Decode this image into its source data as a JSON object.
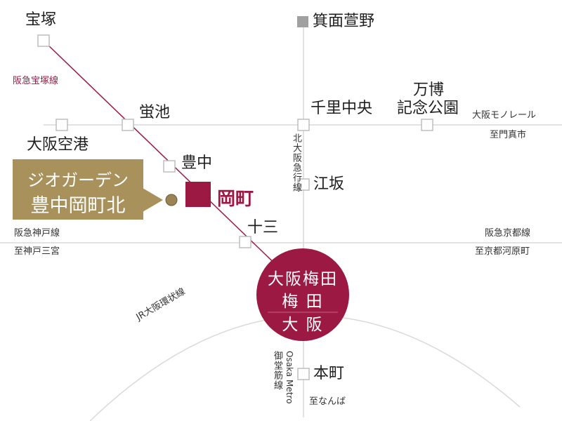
{
  "lines": {
    "hankyu_takarazuka": "阪急宝塚線",
    "osaka_monorail": "大阪モノレール",
    "monorail_direction": "至門真市",
    "kita_osaka_kyuko": "北大阪急行線",
    "hankyu_kobe": "阪急神戸線",
    "kobe_direction": "至神戸三宮",
    "hankyu_kyoto": "阪急京都線",
    "kyoto_direction": "至京都河原町",
    "jr_loop": "JR大阪環状線",
    "metro_operator": "Osaka Metro",
    "midosuji": "御堂筋線",
    "namba_direction": "至なんば"
  },
  "stations": {
    "takarazuka": "宝塚",
    "hotarugaike": "蛍池",
    "osaka_airport": "大阪空港",
    "toyonaka": "豊中",
    "okamachi": "岡町",
    "juso": "十三",
    "minoh_kayano": "箕面萱野",
    "senri_chuo": "千里中央",
    "expo_park_line1": "万博",
    "expo_park_line2": "記念公園",
    "esaka": "江坂",
    "honmachi": "本町"
  },
  "hub": {
    "line1": "大阪梅田",
    "line2": "梅 田",
    "line3": "大 阪"
  },
  "callout": {
    "line1": "ジオガーデン",
    "line2": "豊中岡町北"
  },
  "colors": {
    "hankyu_line": "#9b1943",
    "hub_fill": "#9b1943",
    "callout_fill": "#a8915a",
    "other_lines": "#d8d8d8"
  }
}
